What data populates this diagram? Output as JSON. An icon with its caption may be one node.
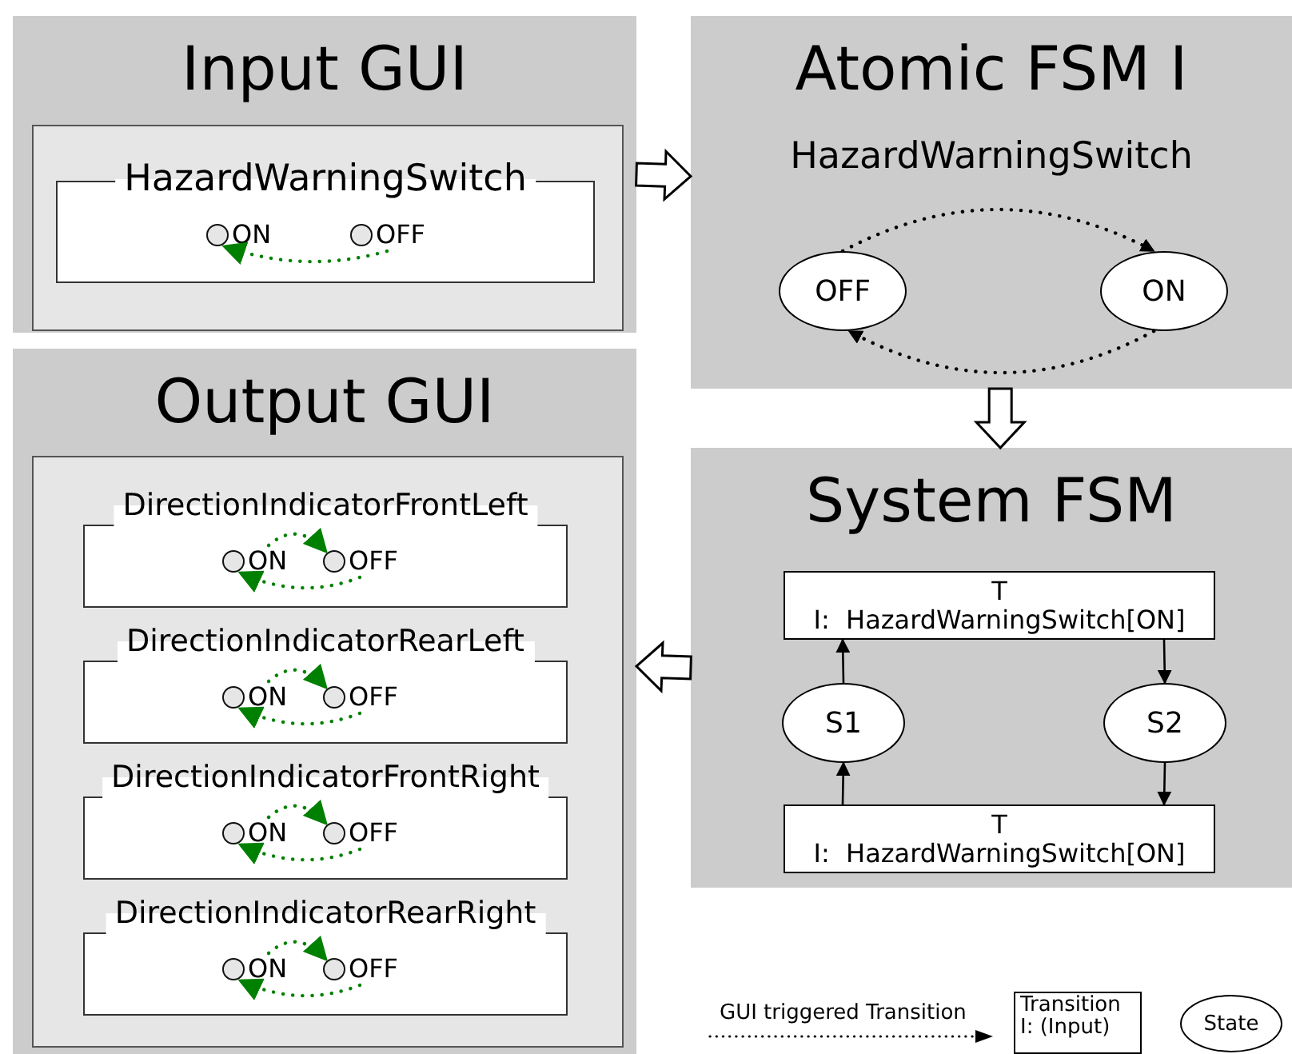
{
  "diagram": {
    "nodes": [
      {
        "text": [
          "Input GUI"
        ]
      },
      {
        "text": [
          "HazardWarningSwitch"
        ],
        "in": 0
      },
      {
        "text": [
          "ON"
        ],
        "in": 1
      },
      {
        "text": [
          "OFF"
        ],
        "in": 1
      },
      {
        "text": [
          "Atomic FSM I",
          "HazardWarningSwitch"
        ]
      },
      {
        "text": [
          "OFF"
        ],
        "in": 4
      },
      {
        "text": [
          "ON"
        ],
        "in": 4
      },
      {
        "text": [
          "Output GUI"
        ]
      },
      {
        "text": [
          "DirectionIndicatorFrontLeft"
        ],
        "in": 7
      },
      {
        "text": [
          "ON"
        ],
        "in": 8
      },
      {
        "text": [
          "OFF"
        ],
        "in": 8
      },
      {
        "text": [
          "DirectionIndicatorRearLeft"
        ],
        "in": 7
      },
      {
        "text": [
          "ON"
        ],
        "in": 11
      },
      {
        "text": [
          "OFF"
        ],
        "in": 11
      },
      {
        "text": [
          "DirectionIndicatorFrontRight"
        ],
        "in": 7
      },
      {
        "text": [
          "ON"
        ],
        "in": 14
      },
      {
        "text": [
          "OFF"
        ],
        "in": 14
      },
      {
        "text": [
          "DirectionIndicatorRearRight"
        ],
        "in": 7
      },
      {
        "text": [
          "ON"
        ],
        "in": 17
      },
      {
        "text": [
          "OFF"
        ],
        "in": 17
      },
      {
        "text": [
          "System FSM"
        ]
      },
      {
        "text": [
          "T",
          "I:  HazardWarningSwitch[ON]"
        ],
        "in": 20
      },
      {
        "text": [
          "S1"
        ],
        "in": 20
      },
      {
        "text": [
          "S2"
        ],
        "in": 20
      },
      {
        "text": [
          "T",
          "I:  HazardWarningSwitch[ON]"
        ],
        "in": 20
      }
    ],
    "edges": [
      {
        "from": 3,
        "to": 2,
        "arrow": "to",
        "style": "dashed",
        "color": "#008000"
      },
      {
        "from": 0,
        "to": 4,
        "arrow": "to",
        "style": "thick"
      },
      {
        "from": 5,
        "to": 6,
        "arrow": "to",
        "style": "dashed",
        "color": "#000000"
      },
      {
        "from": 6,
        "to": 5,
        "arrow": "to",
        "style": "dashed",
        "color": "#000000"
      },
      {
        "from": 4,
        "to": 20,
        "arrow": "to",
        "style": "thick"
      },
      {
        "from": 20,
        "to": 7,
        "arrow": "to",
        "style": "thick"
      },
      {
        "from": 9,
        "to": 10,
        "arrow": "to",
        "style": "dashed",
        "color": "#008000"
      },
      {
        "from": 10,
        "to": 9,
        "arrow": "to",
        "style": "dashed",
        "color": "#008000"
      },
      {
        "from": 12,
        "to": 13,
        "arrow": "to",
        "style": "dashed",
        "color": "#008000"
      },
      {
        "from": 13,
        "to": 12,
        "arrow": "to",
        "style": "dashed",
        "color": "#008000"
      },
      {
        "from": 15,
        "to": 16,
        "arrow": "to",
        "style": "dashed",
        "color": "#008000"
      },
      {
        "from": 16,
        "to": 15,
        "arrow": "to",
        "style": "dashed",
        "color": "#008000"
      },
      {
        "from": 18,
        "to": 19,
        "arrow": "to",
        "style": "dashed",
        "color": "#008000"
      },
      {
        "from": 19,
        "to": 18,
        "arrow": "to",
        "style": "dashed",
        "color": "#008000"
      },
      {
        "from": 22,
        "to": 21,
        "arrow": "to",
        "color": "#000000"
      },
      {
        "from": 21,
        "to": 23,
        "arrow": "to",
        "color": "#000000"
      },
      {
        "from": 23,
        "to": 24,
        "arrow": "to",
        "color": "#000000"
      },
      {
        "from": 24,
        "to": 22,
        "arrow": "to",
        "color": "#000000"
      }
    ],
    "legend": [
      {
        "text": "GUI triggered Transition"
      },
      {
        "text": "Transition I: (Input)"
      },
      {
        "text": "State"
      }
    ]
  }
}
